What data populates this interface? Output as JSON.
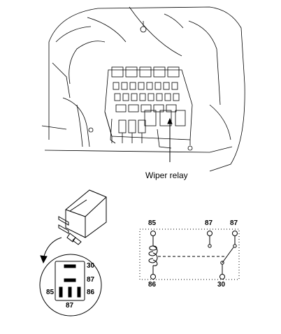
{
  "callout": {
    "wiper_relay": "Wiper relay"
  },
  "relay_face": {
    "pin_30": "30",
    "pin_87_right": "87",
    "pin_85": "85",
    "pin_86": "86",
    "pin_87_bottom": "87"
  },
  "schematic": {
    "pin_85": "85",
    "pin_87_nc": "87",
    "pin_87_no": "87",
    "pin_86": "86",
    "pin_30": "30"
  }
}
